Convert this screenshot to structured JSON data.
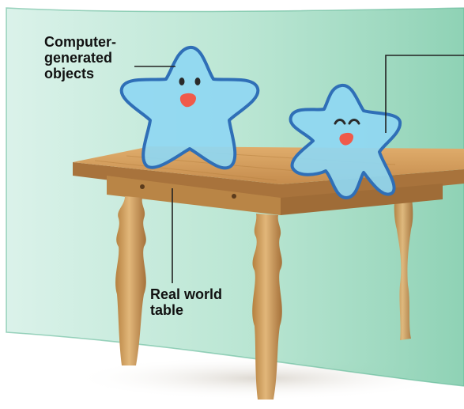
{
  "labels": {
    "computer_generated": [
      "Computer-",
      "generated",
      "objects"
    ],
    "real_world": [
      "Real world",
      "table"
    ]
  },
  "colors": {
    "screen_tint": "#8fd3b6",
    "screen_edge": "#5fb796",
    "star_fill": "#8fd7f2",
    "star_stroke": "#2f6fb7",
    "mouth": "#f05a4a",
    "wood_top": "#d39b5b",
    "wood_dark": "#9a6a38",
    "wood_leg": "#c79656",
    "leader_line": "#222222"
  },
  "icons": [
    "star-character-left",
    "star-character-right",
    "wooden-table",
    "transparent-screen"
  ]
}
